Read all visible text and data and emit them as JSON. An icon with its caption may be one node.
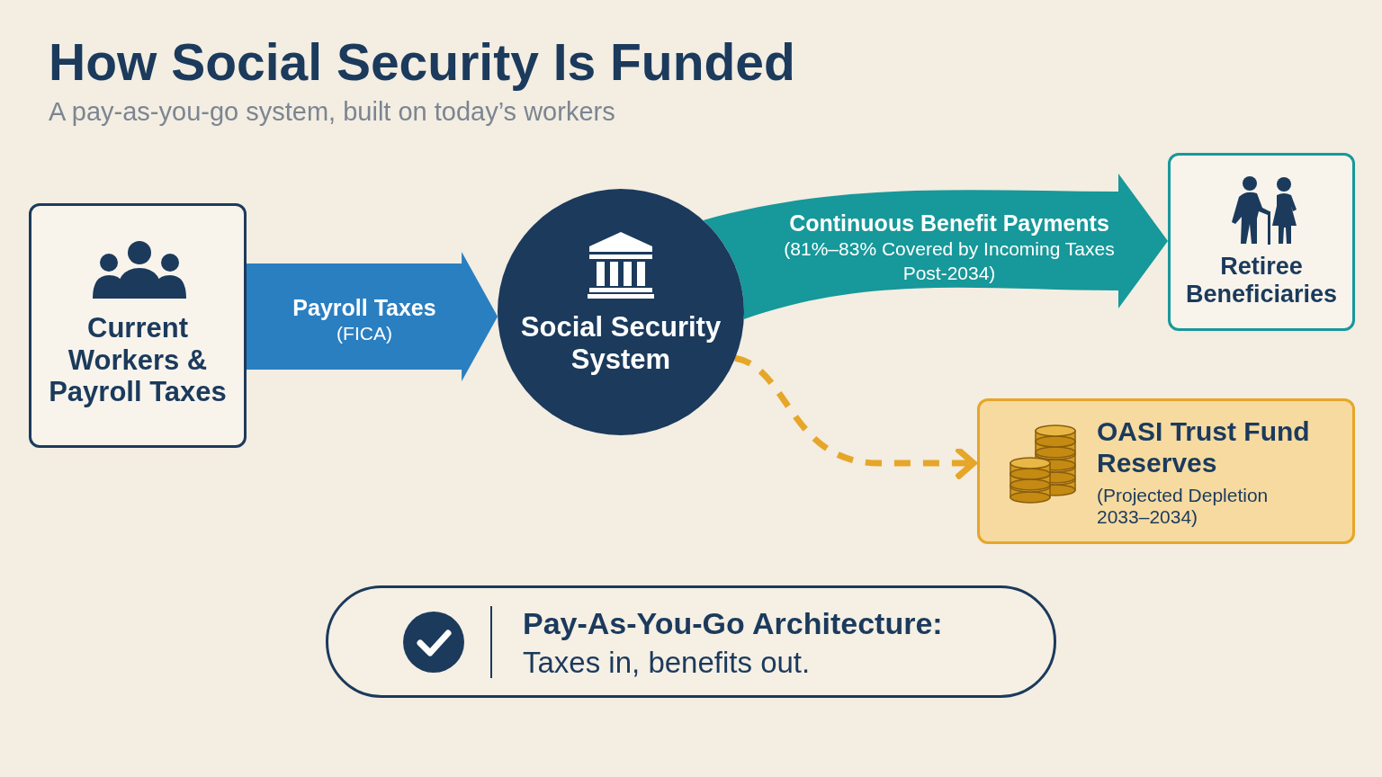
{
  "diagram": {
    "title": "How Social Security Is Funded",
    "nodes": [
      {
        "text": [
          "Current Workers & Payroll Taxes"
        ]
      },
      {
        "text": [
          "Social Security System"
        ]
      },
      {
        "text": [
          "Retiree Beneficiaries"
        ]
      },
      {
        "text": [
          "OASI Trust Fund Reserves",
          "(Projected Depletion 2033–2034)"
        ]
      },
      {
        "text": [
          "Pay-As-You-Go Architecture:",
          "Taxes in, benefits out."
        ]
      }
    ],
    "edges": [
      {
        "from": 0,
        "to": 1,
        "arrow": "to",
        "label": "**Payroll Taxes** (FICA)",
        "style": "thick",
        "color": "#2a7fc1"
      },
      {
        "from": 1,
        "to": 2,
        "arrow": "to",
        "label": "**Continuous Benefit Payments** (81%–83% Covered by Incoming Taxes Post-2034)",
        "style": "thick",
        "color": "#17989a"
      },
      {
        "from": 1,
        "to": 3,
        "arrow": "to",
        "style": "dashed",
        "color": "#e6a628"
      }
    ],
    "labels": [
      "A pay-as-you-go system, built on today’s workers"
    ]
  }
}
